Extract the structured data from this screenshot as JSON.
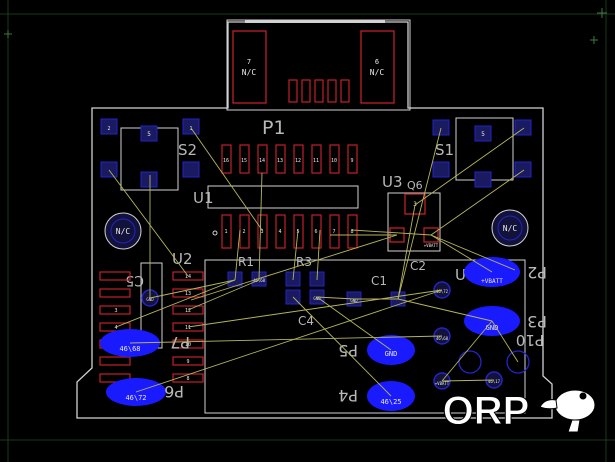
{
  "designators": {
    "P1": "P1",
    "U1": "U1",
    "U2": "U2",
    "U3": "U3",
    "U4": "U4",
    "S1": "S1",
    "S2": "S2",
    "Q6": "Q6",
    "R1": "R1",
    "R3": "R3",
    "C1": "C1",
    "C2": "C2",
    "C4": "C4",
    "C5": "C5",
    "P2": "P2",
    "P3": "P3",
    "P4": "P4",
    "P5": "P5",
    "P6": "P6",
    "P7": "P7",
    "P10": "P10"
  },
  "nets": {
    "nc": "N/C",
    "gnd": "GND",
    "vbatt": "+VBATT",
    "n4668": "46\\68",
    "n4672": "46\\72",
    "n4625": "46\\25",
    "n4617": "46\\17",
    "n3": "3"
  },
  "pin_numbers": {
    "p1": "1",
    "p2": "2",
    "p3": "3",
    "p4": "4",
    "p5": "5",
    "p6": "6",
    "p7": "7",
    "p8": "8",
    "p9": "9",
    "p10": "10",
    "p11": "11",
    "p12": "12",
    "p13": "13",
    "p14": "14",
    "p15": "15",
    "p16": "16"
  },
  "logo": {
    "text": "ORP"
  },
  "colors": {
    "background": "#000000",
    "outline": "#d2d2d2",
    "silk": "#c4c4c4",
    "pad_red": "#c0202a",
    "pad_blue": "#1a1aff",
    "via_blue": "#2424c8",
    "ratsnest": "#b5b55a",
    "grid_green": "#3c7a3c"
  }
}
